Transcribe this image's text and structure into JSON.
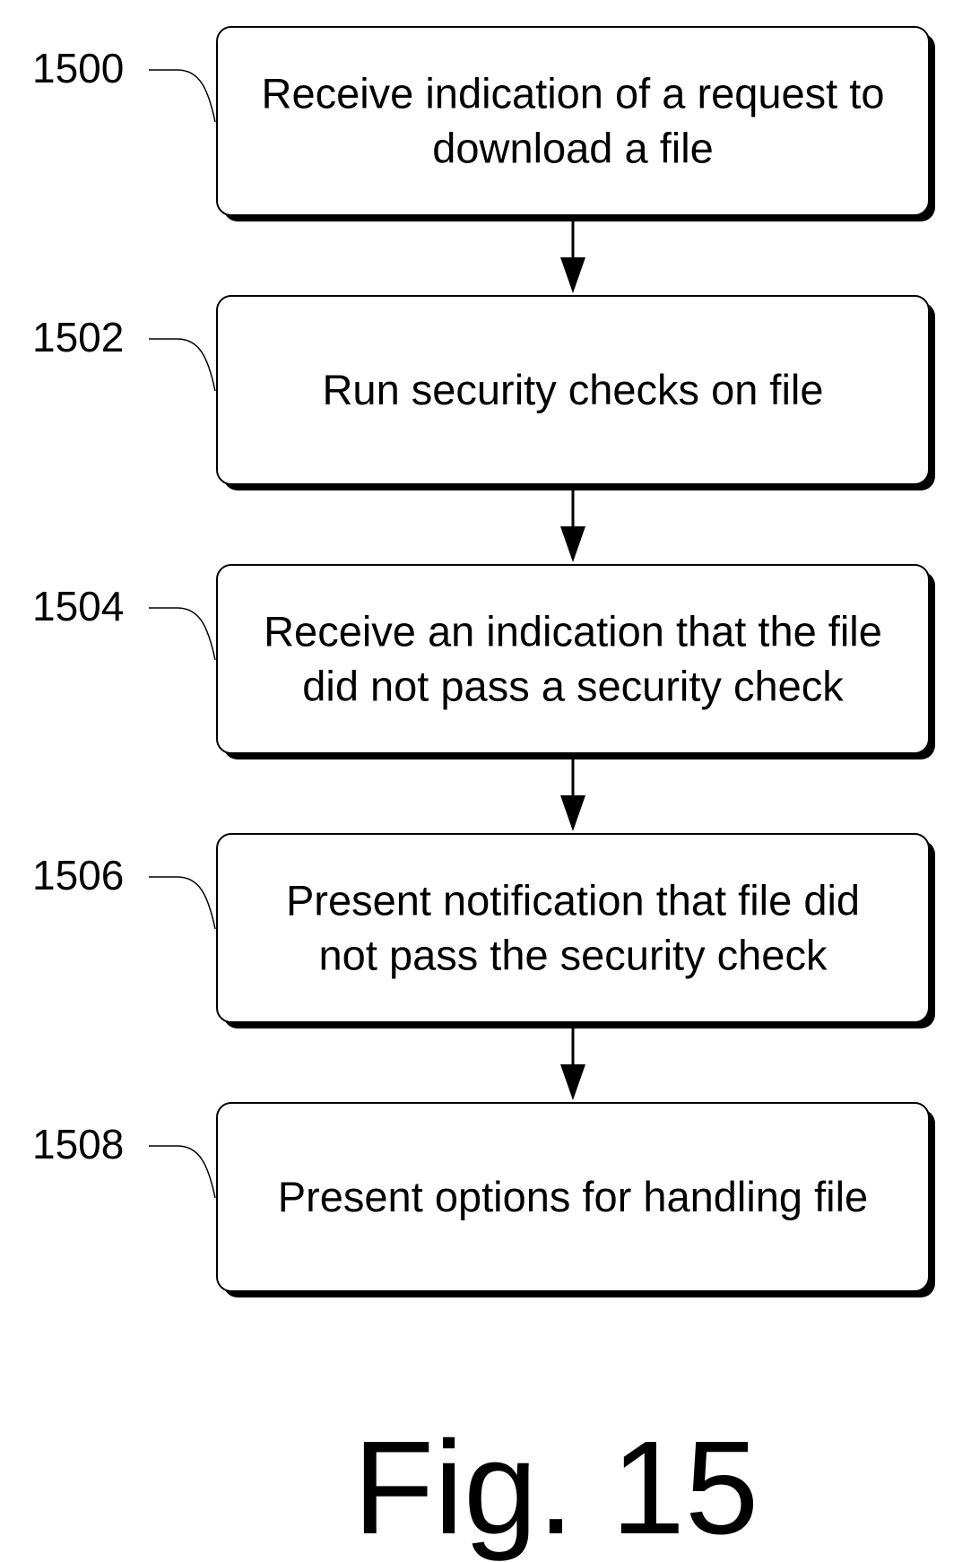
{
  "figure": {
    "caption": "Fig. 15"
  },
  "steps": [
    {
      "ref": "1500",
      "lines": [
        "Receive indication of a request to",
        "download a file"
      ]
    },
    {
      "ref": "1502",
      "lines": [
        "Run security checks on file"
      ]
    },
    {
      "ref": "1504",
      "lines": [
        "Receive an indication that the file",
        "did not pass a security check"
      ]
    },
    {
      "ref": "1506",
      "lines": [
        "Present notification that file did",
        "not pass the security check"
      ]
    },
    {
      "ref": "1508",
      "lines": [
        "Present options for handling file"
      ]
    }
  ]
}
